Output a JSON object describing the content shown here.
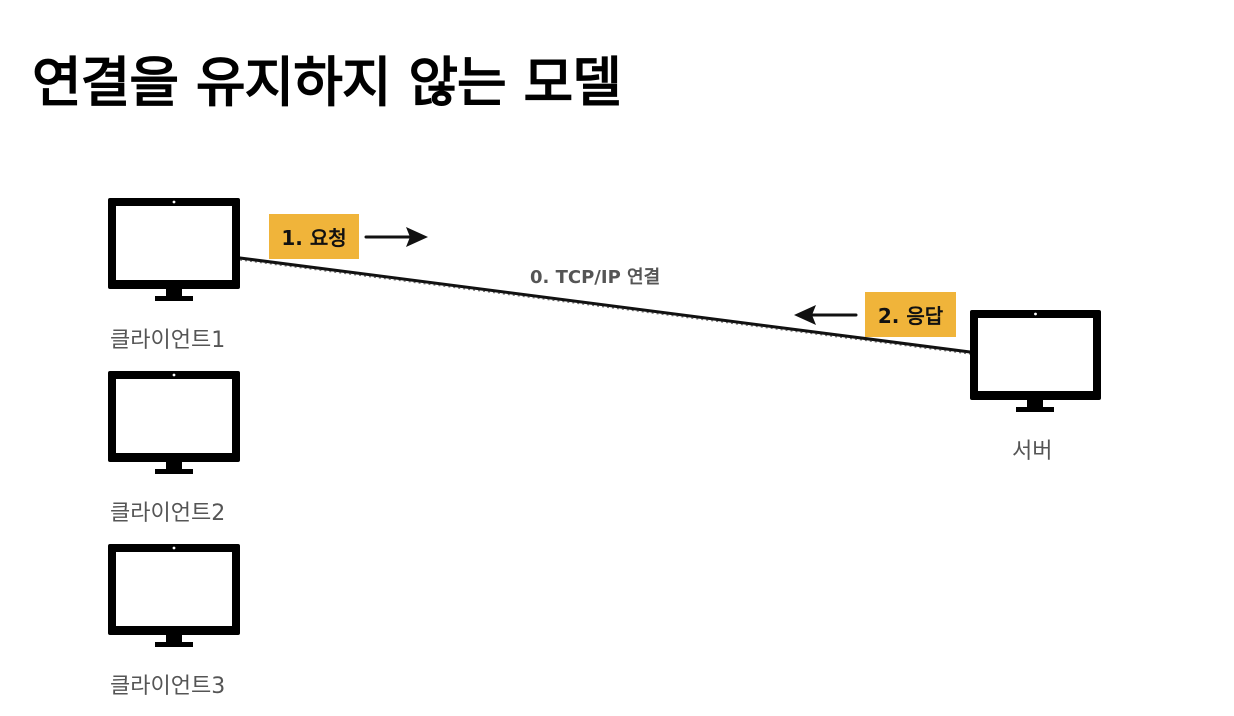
{
  "title": "연결을 유지하지 않는 모델",
  "clients": [
    {
      "label": "클라이언트1"
    },
    {
      "label": "클라이언트2"
    },
    {
      "label": "클라이언트3"
    }
  ],
  "server": {
    "label": "서버"
  },
  "connection": {
    "label": "0. TCP/IP 연결"
  },
  "request": {
    "label": "1. 요청"
  },
  "response": {
    "label": "2. 응답"
  },
  "colors": {
    "badge": "#f0b43a",
    "monitor": "#000000",
    "label_text": "#555555"
  }
}
